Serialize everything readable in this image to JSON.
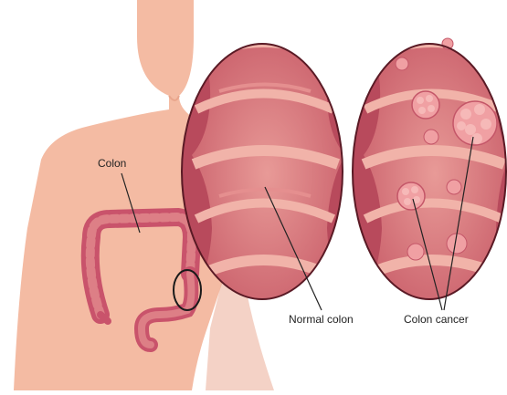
{
  "labels": {
    "colon": "Colon",
    "normal_colon": "Normal colon",
    "colon_cancer": "Colon cancer"
  },
  "colors": {
    "skin": "#f4bba3",
    "skin_shadow": "#e9a68d",
    "colon_wall": "#c9536b",
    "colon_lumen": "#dd7f86",
    "fold": "#f1b3a9",
    "tumor": "#f0a0a3",
    "outline": "#5a1a25"
  }
}
